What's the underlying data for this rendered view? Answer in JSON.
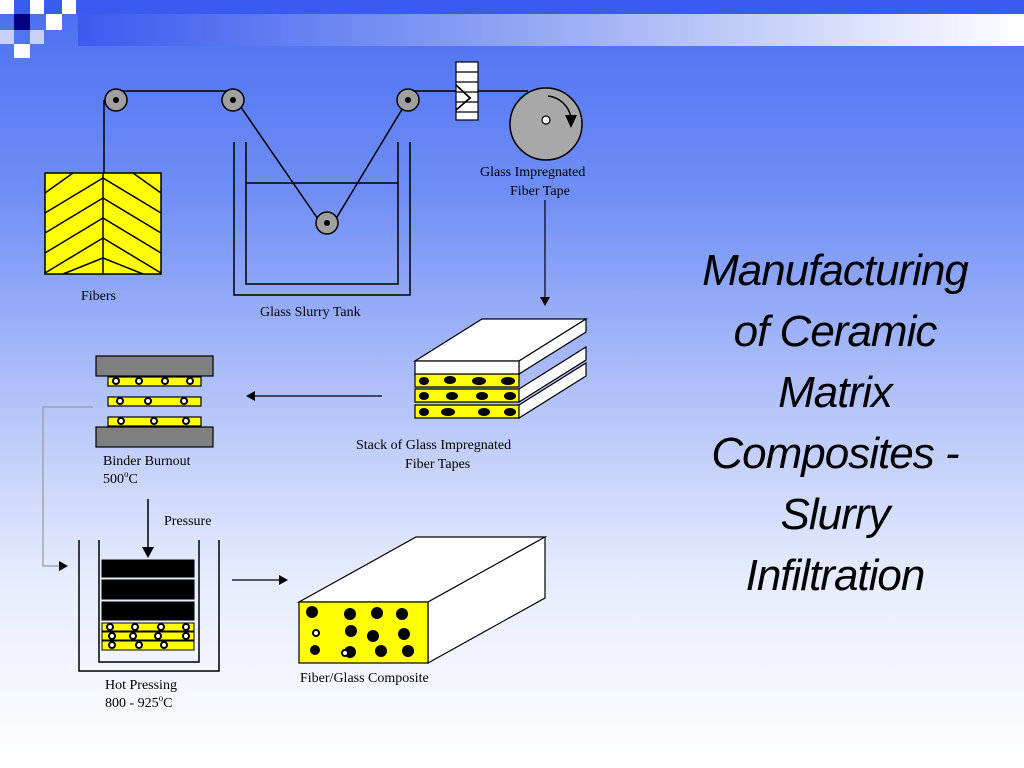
{
  "slide": {
    "title_lines": [
      "Manufacturing",
      "of Ceramic",
      "Matrix",
      "Composites -",
      "Slurry",
      "Infiltration"
    ]
  },
  "labels": {
    "fibers": "Fibers",
    "slurry_tank": "Glass Slurry Tank",
    "tape_line1": "Glass Impregnated",
    "tape_line2": "Fiber Tape",
    "stack_line1": "Stack of Glass Impregnated",
    "stack_line2": "Fiber Tapes",
    "burnout_line1": "Binder Burnout",
    "burnout_temp": "500",
    "burnout_unit": "C",
    "pressure": "Pressure",
    "hot_line1": "Hot Pressing",
    "hot_temp": "800 - 925",
    "hot_unit": "C",
    "composite": "Fiber/Glass Composite"
  },
  "colors": {
    "yellow": "#ffff00",
    "roller_gray": "#a0a0a0",
    "plate_gray": "#808080",
    "header_blue": "#3a5bef",
    "deco_navy": "#000080"
  }
}
